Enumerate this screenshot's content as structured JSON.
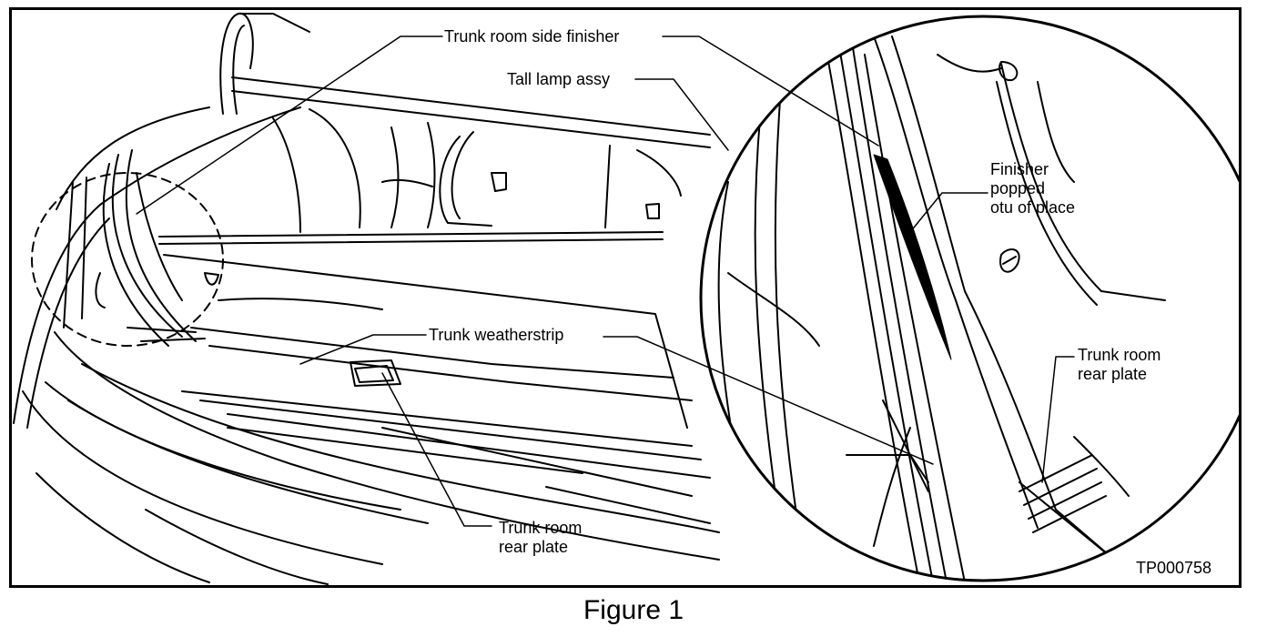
{
  "labels": {
    "trunk_room_side_finisher": "Trunk room side finisher",
    "tail_lamp_assy": "Tall lamp assy",
    "finisher_popped": [
      "Finisher",
      "popped",
      "otu of place"
    ],
    "trunk_weatherstrip": "Trunk weatherstrip",
    "trunk_room_rear_plate_left": [
      "Trunk room",
      "rear plate"
    ],
    "trunk_room_rear_plate_right": [
      "Trunk room",
      "rear plate"
    ]
  },
  "figure_code": "TP000758",
  "caption": "Figure 1"
}
